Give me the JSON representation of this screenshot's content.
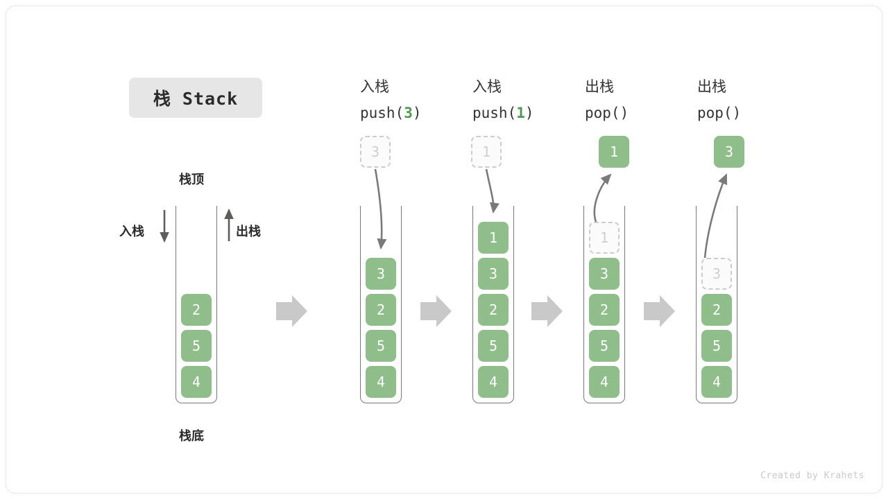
{
  "title": {
    "badge": "栈 Stack"
  },
  "annotations": {
    "top_label": "栈顶",
    "bottom_label": "栈底",
    "push_label": "入栈",
    "pop_label": "出栈"
  },
  "credit": "Created by Krahets",
  "colors": {
    "cell_green": "#8fbe8b",
    "cell_text": "#ffffff",
    "ghost_border": "#cccccc",
    "ghost_text": "#cfcfcf",
    "accent_number": "#4e9a51",
    "arrow_gray": "#7a7a7a",
    "flow_arrow_gray": "#c9c9c9",
    "badge_bg": "#e6e6e6",
    "card_border": "#e8e8e8"
  },
  "columns": [
    {
      "id": "initial",
      "head_line1": "",
      "head_line2": "",
      "head_num": "",
      "stack": [
        "2",
        "5",
        "4"
      ],
      "ghost_top": null,
      "floating": null
    },
    {
      "id": "push-3",
      "head_line1": "入栈",
      "head_line2_prefix": "push(",
      "head_num": "3",
      "head_line2_suffix": ")",
      "stack": [
        "3",
        "2",
        "5",
        "4"
      ],
      "ghost_top": null,
      "floating": {
        "value": "3",
        "style": "ghost"
      }
    },
    {
      "id": "push-1",
      "head_line1": "入栈",
      "head_line2_prefix": "push(",
      "head_num": "1",
      "head_line2_suffix": ")",
      "stack": [
        "1",
        "3",
        "2",
        "5",
        "4"
      ],
      "ghost_top": null,
      "floating": {
        "value": "1",
        "style": "ghost"
      }
    },
    {
      "id": "pop-1",
      "head_line1": "出栈",
      "head_line2_prefix": "pop(",
      "head_num": "",
      "head_line2_suffix": ")",
      "stack": [
        "3",
        "2",
        "5",
        "4"
      ],
      "ghost_top": "1",
      "floating": {
        "value": "1",
        "style": "solid"
      }
    },
    {
      "id": "pop-3",
      "head_line1": "出栈",
      "head_line2_prefix": "pop(",
      "head_num": "",
      "head_line2_suffix": ")",
      "stack": [
        "2",
        "5",
        "4"
      ],
      "ghost_top": "3",
      "floating": {
        "value": "3",
        "style": "solid"
      }
    }
  ]
}
